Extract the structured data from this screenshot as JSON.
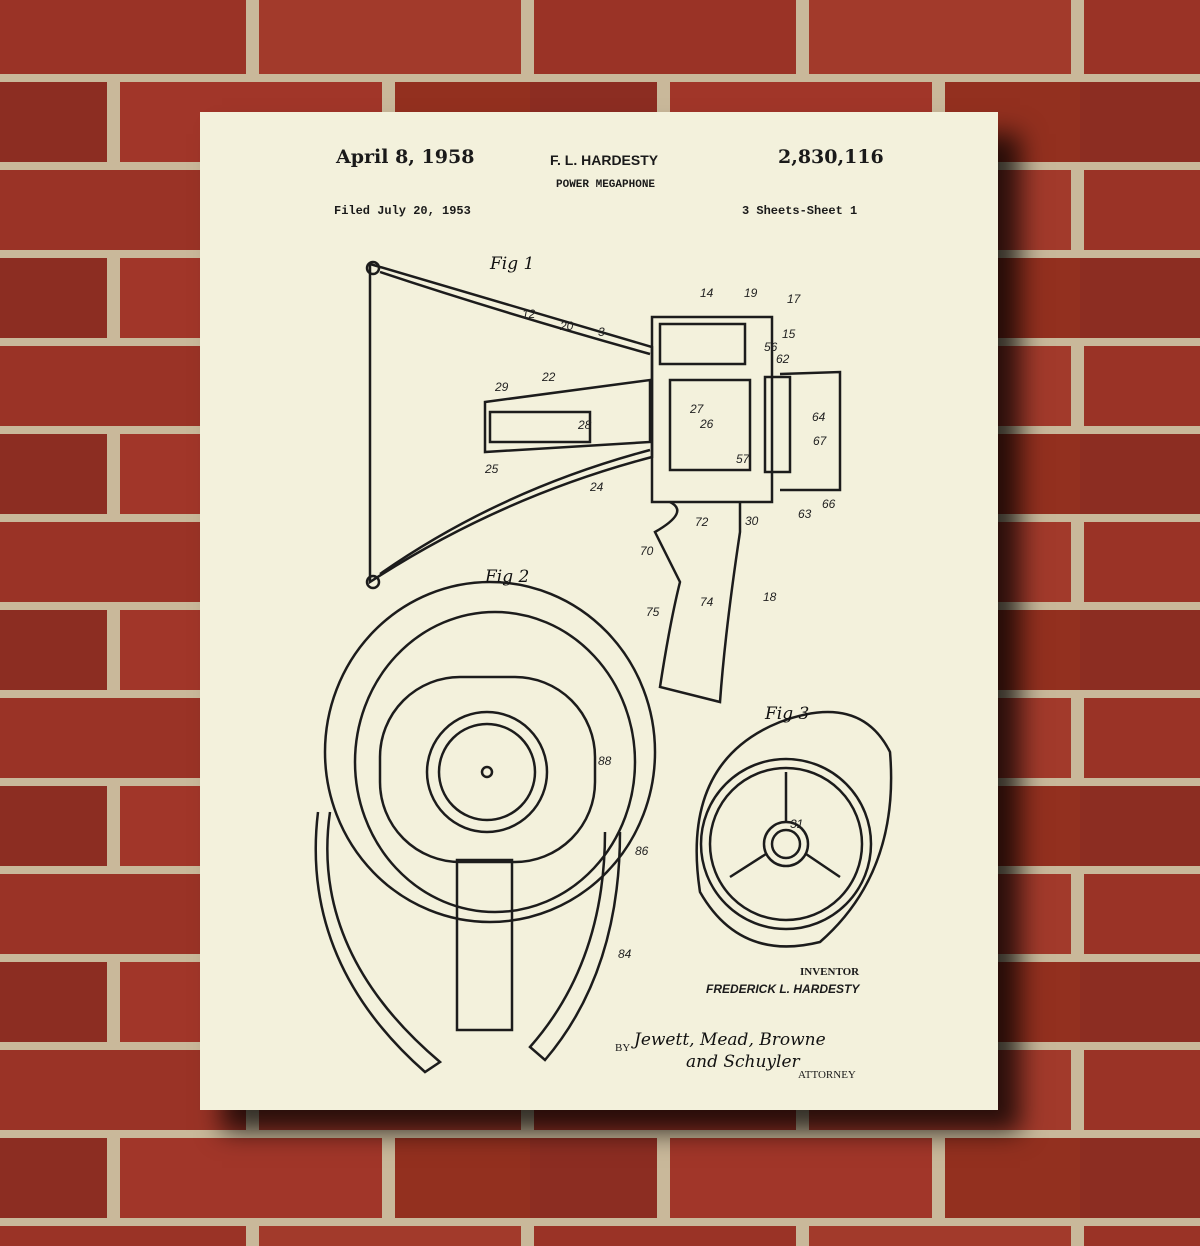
{
  "patent": {
    "date": "April 8, 1958",
    "inventor_header": "F. L. HARDESTY",
    "number": "2,830,116",
    "title": "POWER MEGAPHONE",
    "filed": "Filed July 20, 1953",
    "sheets": "3 Sheets-Sheet 1"
  },
  "figures": {
    "fig1": "Fig 1",
    "fig2": "Fig 2",
    "fig3": "Fig 3"
  },
  "reference_numerals": [
    "12",
    "20",
    "22",
    "29",
    "28",
    "25",
    "24",
    "27",
    "26",
    "14",
    "19",
    "17",
    "15",
    "56",
    "62",
    "64",
    "67",
    "57",
    "63",
    "66",
    "30",
    "72",
    "70",
    "75",
    "74",
    "18",
    "31",
    "88",
    "86",
    "84",
    "3"
  ],
  "footer": {
    "inventor_label": "INVENTOR",
    "inventor_name": "FREDERICK L. HARDESTY",
    "by": "BY",
    "signature_line1": "Jewett, Mead, Browne",
    "signature_line2": "and Schuyler",
    "attorney_label": "ATTORNEY"
  },
  "colors": {
    "paper": "#f3f1dc",
    "brick": "#9a3326",
    "mortar": "#c9b89a"
  }
}
